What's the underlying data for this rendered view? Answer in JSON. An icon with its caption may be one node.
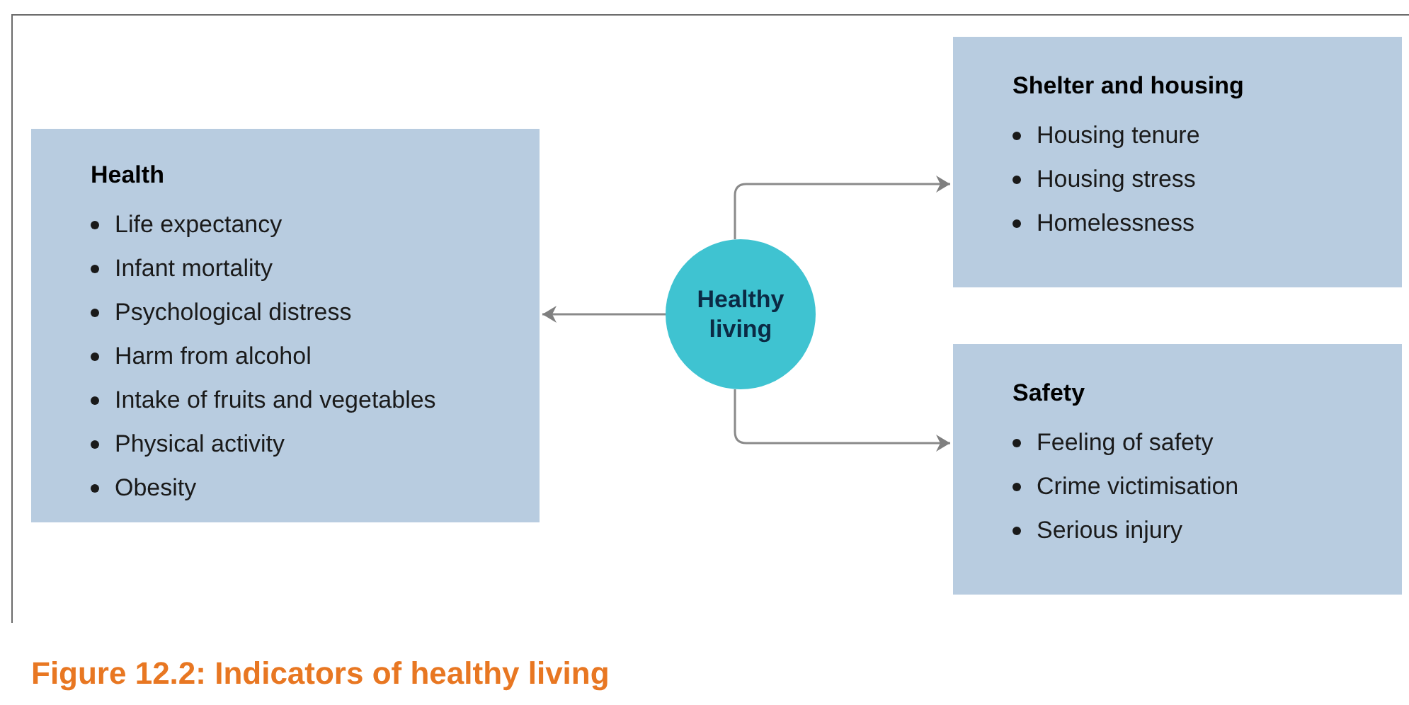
{
  "diagram": {
    "caption": "Figure 12.2: Indicators of healthy living",
    "nodes": [
      {
        "text": [
          "Health",
          "Life expectancy",
          "Infant mortality",
          "Psychological distress",
          "Harm from alcohol",
          "Intake of fruits and vegetables",
          "Physical activity",
          "Obesity"
        ]
      },
      {
        "text": [
          "Healthy living"
        ]
      },
      {
        "text": [
          "Shelter and housing",
          "Housing tenure",
          "Housing stress",
          "Homelessness"
        ]
      },
      {
        "text": [
          "Safety",
          "Feeling of safety",
          "Crime victimisation",
          "Serious injury"
        ]
      }
    ],
    "edges": [
      {
        "from": 1,
        "to": 0,
        "arrow": "to"
      },
      {
        "from": 1,
        "to": 2,
        "arrow": "to"
      },
      {
        "from": 1,
        "to": 3,
        "arrow": "to"
      }
    ]
  }
}
